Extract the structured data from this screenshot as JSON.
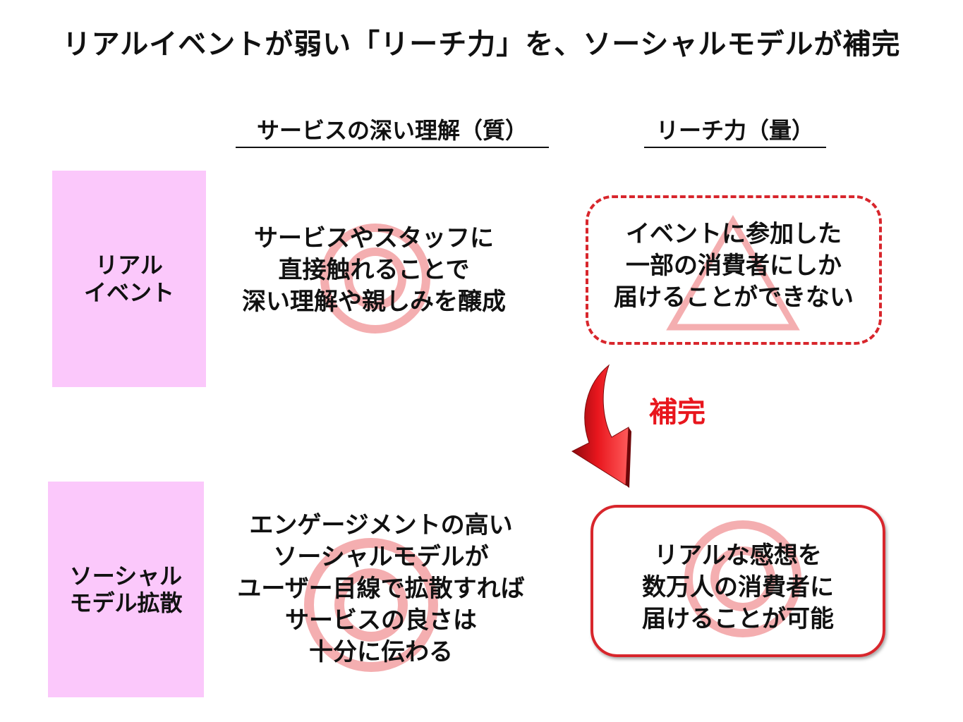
{
  "title": "リアルイベントが弱い「リーチ力」を、ソーシャルモデルが補完",
  "columns": {
    "quality": "サービスの深い理解（質）",
    "reach": "リーチ力（量）"
  },
  "rows": {
    "real_event": {
      "label": "リアル\nイベント",
      "quality_text": "サービスやスタッフに\n直接触れることで\n深い理解や親しみを醸成",
      "quality_rating_icon": "double-circle",
      "reach_text": "イベントに参加した\n一部の消費者にしか\n届けることができない",
      "reach_rating_icon": "triangle"
    },
    "social_model": {
      "label": "ソーシャル\nモデル拡散",
      "quality_text": "エンゲージメントの高い\nソーシャルモデルが\nユーザー目線で拡散すれば\nサービスの良さは\n十分に伝わる",
      "quality_rating_icon": "double-circle",
      "reach_text": "リアルな感想を\n数万人の消費者に\n届けることが可能",
      "reach_rating_icon": "double-circle"
    }
  },
  "complement": {
    "label": "補完",
    "arrow_icon": "curved-down-arrow"
  },
  "colors": {
    "row_label_bg": "#fbc8fb",
    "accent_red": "#e8161d",
    "border_red": "#d8262c",
    "symbol_pink": "#f4aeb0"
  }
}
